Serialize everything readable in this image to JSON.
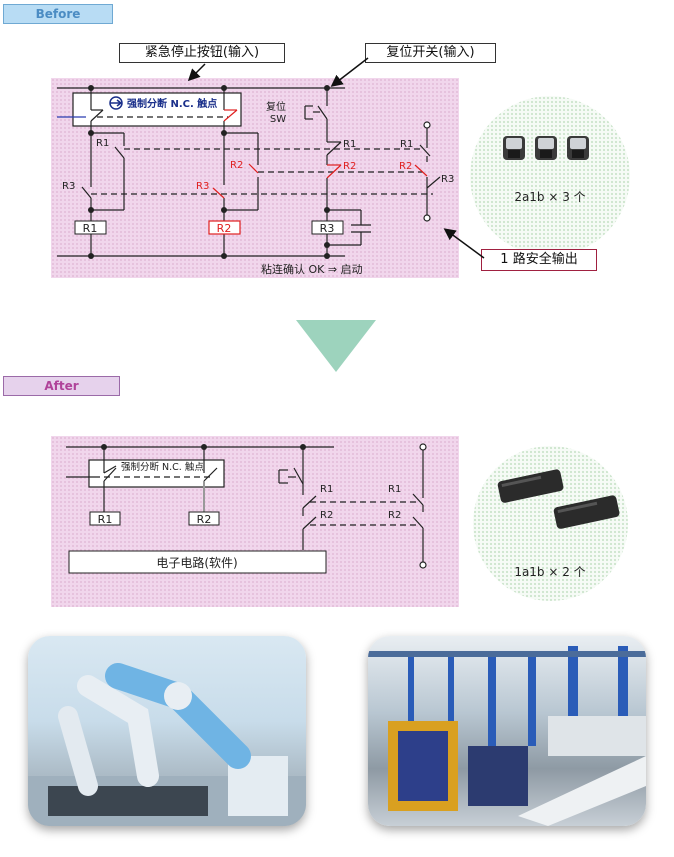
{
  "before": {
    "tag": "Before",
    "callouts": {
      "estop": "紧急停止按钮(输入)",
      "reset": "复位开关(输入)",
      "output": "1 路安全输出"
    },
    "diagram": {
      "forced_nc_label": "强制分断 N.C. 触点",
      "reset_sw_line1": "复位",
      "reset_sw_line2": "SW",
      "relays": [
        "R1",
        "R2",
        "R3"
      ],
      "contact_labels": {
        "left_r1": "R1",
        "left_r3": "R3",
        "mid_r2": "R2",
        "mid_r3": "R3",
        "reset_r1": "R1",
        "reset_r2": "R2",
        "out_r1": "R1",
        "out_r2": "R2",
        "out_r3": "R3"
      },
      "note": "粘连确认 OK ⇒ 启动"
    },
    "product_caption": "2a1b × 3 个"
  },
  "arrow": {
    "color": "#9dd3bd"
  },
  "after": {
    "tag": "After",
    "diagram": {
      "forced_nc_label": "强制分断 N.C. 触点",
      "relays": [
        "R1",
        "R2"
      ],
      "contact_labels": {
        "reset_r1": "R1",
        "reset_r2": "R2",
        "out_r1": "R1",
        "out_r2": "R2"
      },
      "electronic_circuit": "电子电路(软件)"
    },
    "product_caption": "1a1b × 2 个"
  },
  "colors": {
    "panel": "#f1d6ec",
    "highlight_red": "#e02020",
    "blue_label": "#1a2f8a",
    "before_tag": "#b8dcf4",
    "after_tag": "#e6d2ec"
  },
  "photos": [
    {
      "name": "robot-arms-photo"
    },
    {
      "name": "factory-floor-photo"
    }
  ]
}
